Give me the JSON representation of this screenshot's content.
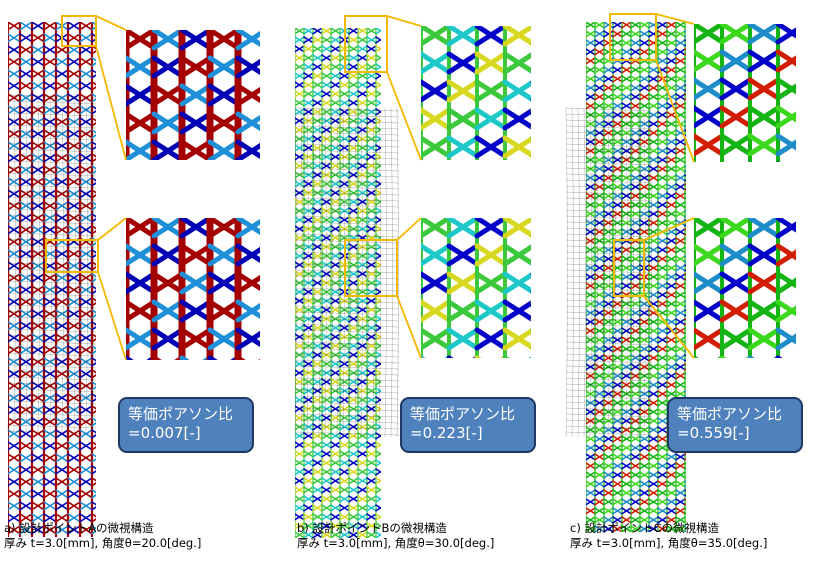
{
  "panels": [
    {
      "id": "a",
      "palette": [
        "#a50000",
        "#1f8fd8",
        "#0000b4"
      ],
      "badge": {
        "line1": "等価ポアソン比",
        "line2": "=0.007[-]"
      },
      "caption": {
        "line1": "a) 設計ポイントAの微視構造",
        "line2": "厚み t=3.0[mm], 角度θ=20.0[deg.]"
      }
    },
    {
      "id": "b",
      "palette": [
        "#3cc83c",
        "#1ec8c8",
        "#0000c8",
        "#d8d820"
      ],
      "badge": {
        "line1": "等価ポアソン比",
        "line2": "=0.223[-]"
      },
      "caption": {
        "line1": "b) 設計ポイントBの微視構造",
        "line2": "厚み t=3.0[mm], 角度θ=30.0[deg.]"
      }
    },
    {
      "id": "c",
      "palette": [
        "#14b414",
        "#3cd81e",
        "#1e8cc8",
        "#0000c8",
        "#d21e00"
      ],
      "badge": {
        "line1": "等価ポアソン比",
        "line2": "=0.559[-]"
      },
      "caption": {
        "line1": "c) 設計ポイントCの微視構造",
        "line2": "厚み t=3.0[mm], 角度θ=35.0[deg.]"
      }
    }
  ],
  "colors": {
    "highlight": "#f5b800",
    "badge_fill": "#4f81bd",
    "badge_border": "#1f3864"
  }
}
